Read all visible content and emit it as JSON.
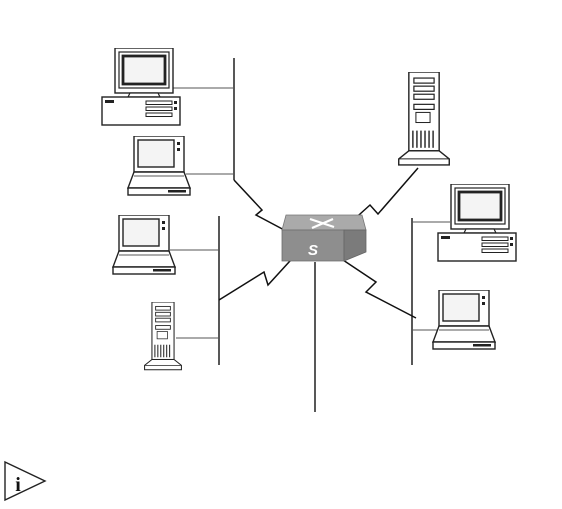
{
  "diagram": {
    "type": "network-topology",
    "switch": {
      "label": "S"
    },
    "note_icon": {
      "glyph": "i"
    },
    "devices": [
      {
        "id": "pc-top-left",
        "kind": "desktop-pc"
      },
      {
        "id": "laptop-left-1",
        "kind": "laptop"
      },
      {
        "id": "laptop-left-2",
        "kind": "laptop"
      },
      {
        "id": "server-left",
        "kind": "tower-server"
      },
      {
        "id": "server-right",
        "kind": "tower-server"
      },
      {
        "id": "pc-right",
        "kind": "desktop-pc"
      },
      {
        "id": "laptop-right",
        "kind": "laptop"
      }
    ],
    "links": [
      {
        "from": "switch",
        "to": "segment-upper-left",
        "style": "lightning"
      },
      {
        "from": "switch",
        "to": "segment-lower-left",
        "style": "lightning"
      },
      {
        "from": "switch",
        "to": "server-right",
        "style": "lightning"
      },
      {
        "from": "switch",
        "to": "segment-right",
        "style": "lightning"
      },
      {
        "from": "switch",
        "to": "downlink",
        "style": "straight"
      }
    ],
    "colors": {
      "line": "#111111",
      "device_stroke": "#222222",
      "switch_top": "#a9a9a9",
      "switch_side": "#7d7d7d",
      "switch_front": "#8e8e8e",
      "screen": "#f4f4f4"
    }
  }
}
